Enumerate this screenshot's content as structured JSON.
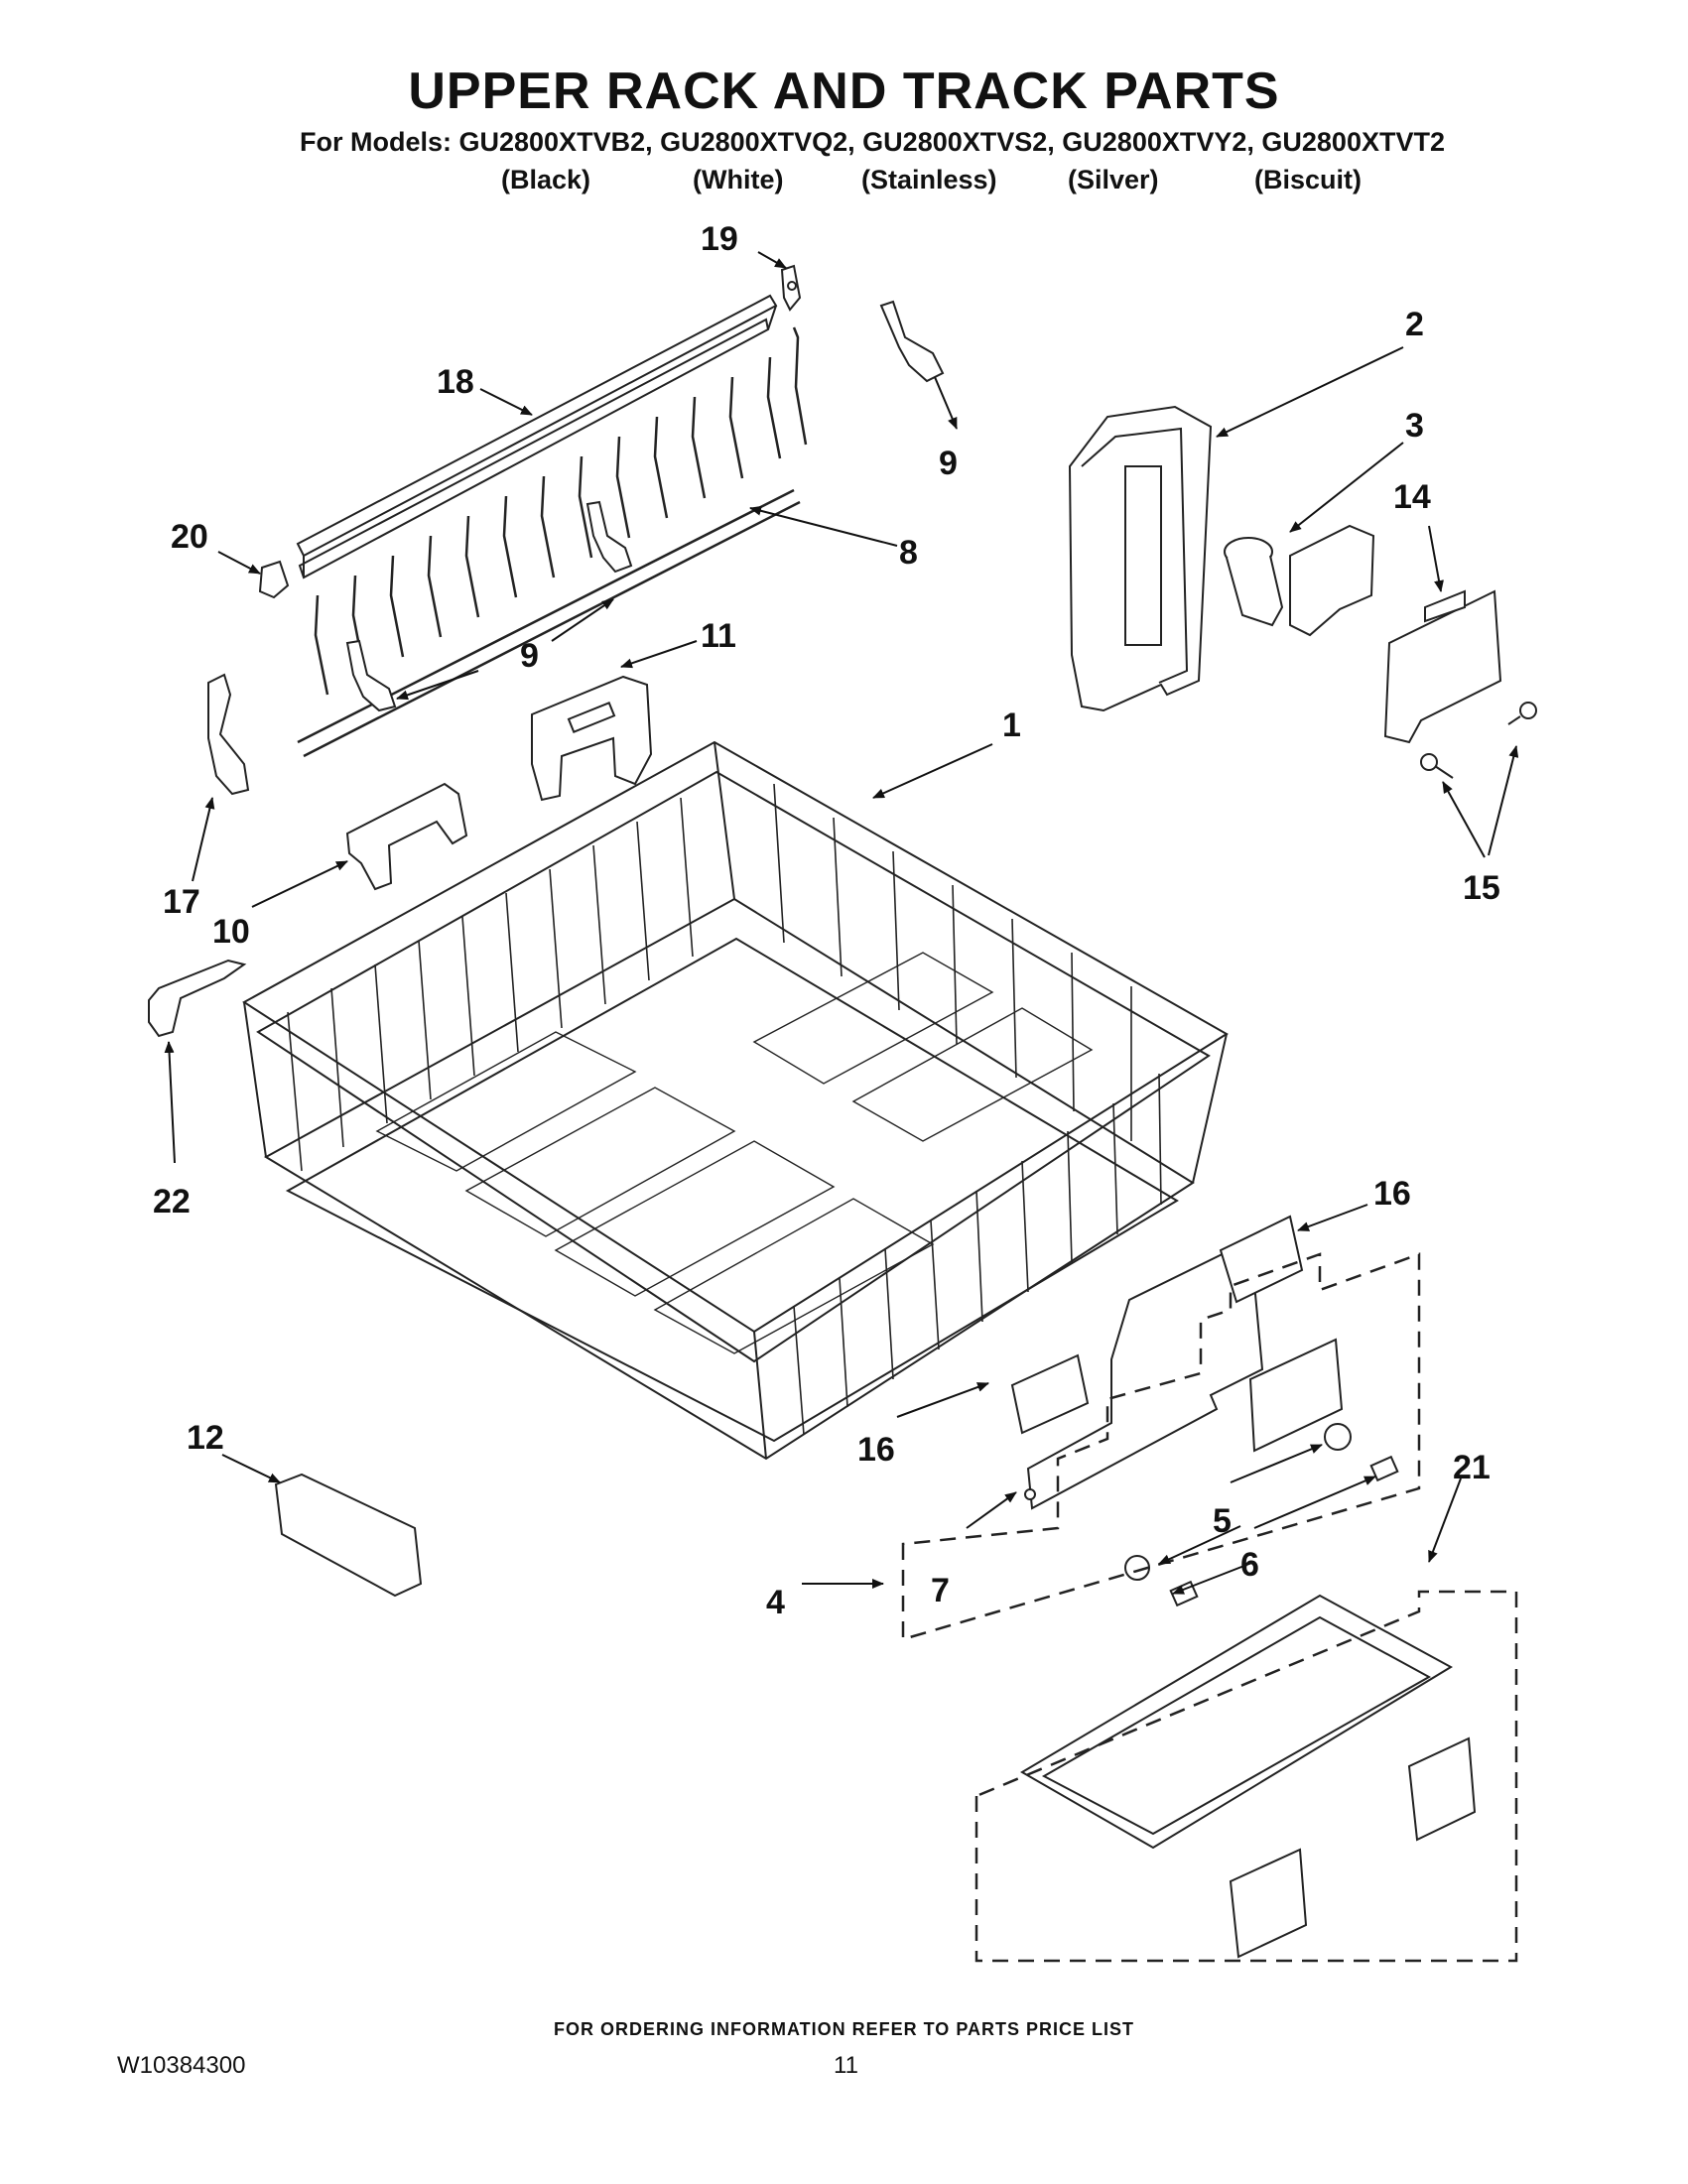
{
  "header": {
    "title": "UPPER RACK AND TRACK PARTS",
    "models_line": "For Models: GU2800XTVB2, GU2800XTVQ2, GU2800XTVS2, GU2800XTVY2, GU2800XTVT2",
    "colors": [
      "(Black)",
      "(White)",
      "(Stainless)",
      "(Silver)",
      "(Biscuit)"
    ]
  },
  "diagram": {
    "callouts": [
      "19",
      "18",
      "9",
      "2",
      "3",
      "14",
      "20",
      "8",
      "9",
      "11",
      "1",
      "15",
      "17",
      "10",
      "22",
      "16",
      "12",
      "16",
      "21",
      "5",
      "6",
      "4",
      "7"
    ]
  },
  "footer": {
    "ordering_note": "FOR ORDERING INFORMATION REFER TO PARTS PRICE LIST",
    "doc_number": "W10384300",
    "page_number": "11"
  }
}
